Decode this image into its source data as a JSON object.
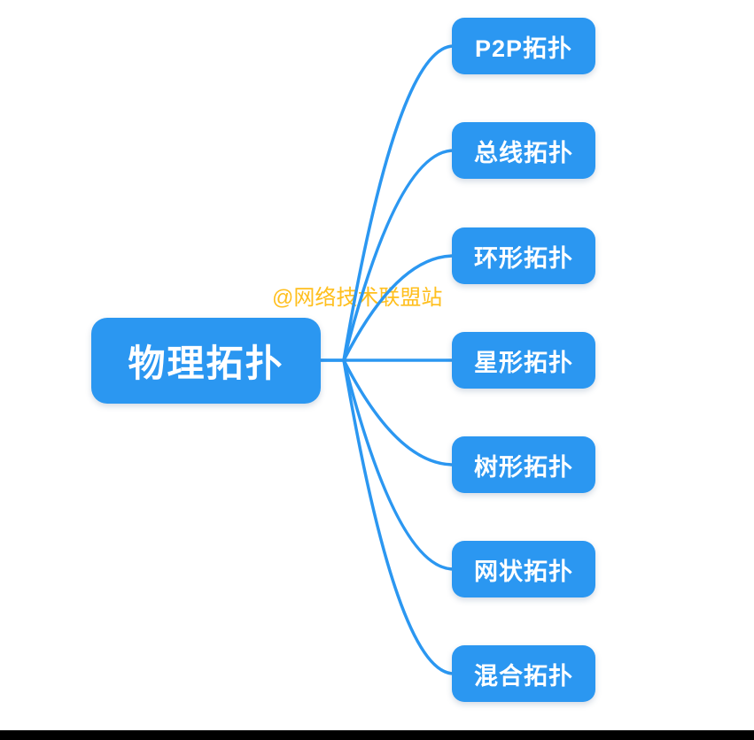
{
  "root": {
    "label": "物理拓扑"
  },
  "children": [
    {
      "label": "P2P拓扑"
    },
    {
      "label": "总线拓扑"
    },
    {
      "label": "环形拓扑"
    },
    {
      "label": "星形拓扑"
    },
    {
      "label": "树形拓扑"
    },
    {
      "label": "网状拓扑"
    },
    {
      "label": "混合拓扑"
    }
  ],
  "watermark": {
    "text": "@网络技术联盟站"
  },
  "colors": {
    "node_fill": "#2B97F1",
    "connector": "#2B97F1",
    "node_text": "#FFFFFF",
    "watermark_text": "#FFBF1E",
    "bottom_bar": "#000000",
    "background": "#FFFFFF"
  }
}
